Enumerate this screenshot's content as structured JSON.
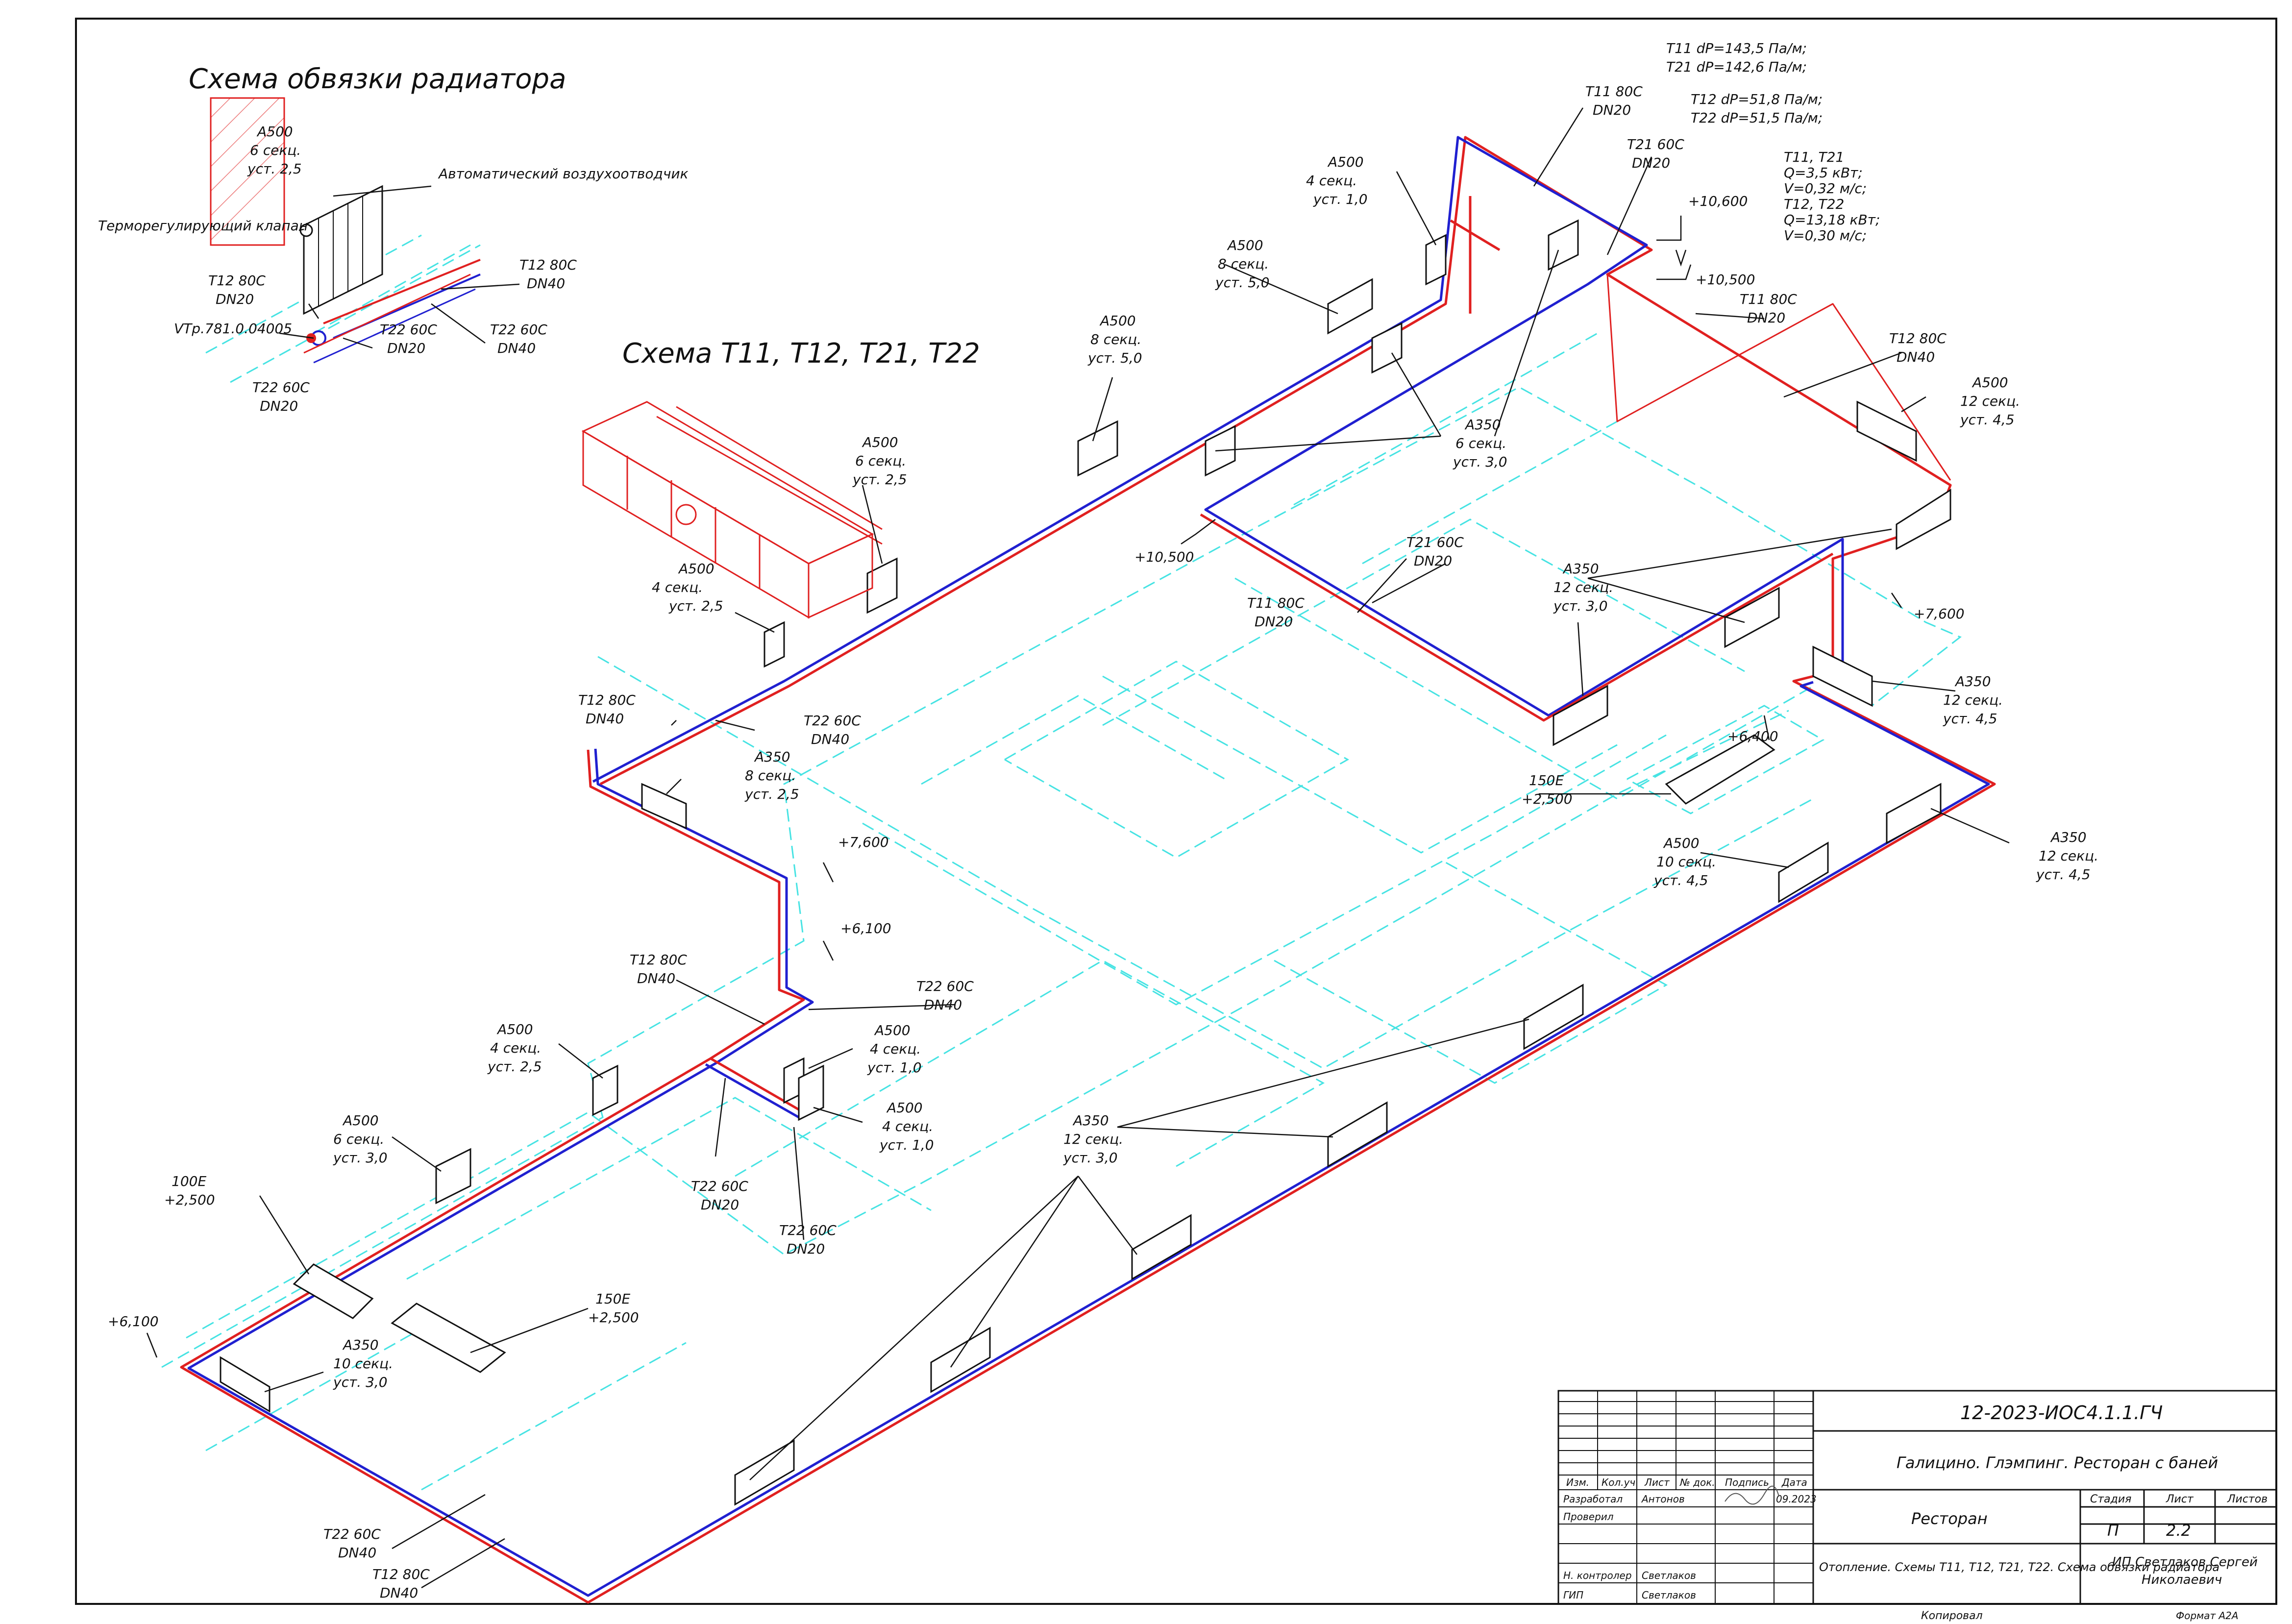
{
  "titles": {
    "radiator_scheme": "Схема обвязки радиатора",
    "main_scheme": "Схема Т11, Т12, Т21, Т22"
  },
  "notes": {
    "dp": [
      "Т11 dP=143,5 Па/м;",
      "Т21 dP=142,6 Па/м;",
      "Т12 dP=51,8 Па/м;",
      "Т22 dP=51,5 Па/м;"
    ],
    "flow": [
      "Т11, Т21",
      "Q=3,5 кВт;",
      "V=0,32 м/с;",
      "Т12, Т22",
      "Q=13,18 кВт;",
      "V=0,30 м/с;"
    ]
  },
  "detail": {
    "air_vent": "Автоматический воздухоотводчик",
    "thermo_valve": "Терморегулирующий клапан",
    "vtr": "VTp.781.0.04005",
    "radiator": [
      "А500",
      "6 секц.",
      "уст. 2,5"
    ],
    "pipe_a": [
      "Т12 80С",
      "DN20"
    ],
    "pipe_b": [
      "Т12 80С",
      "DN40"
    ],
    "pipe_c": [
      "Т22 60С",
      "DN20"
    ],
    "pipe_d": [
      "Т22 60С",
      "DN40"
    ],
    "pipe_e": [
      "Т22 60С",
      "DN20"
    ]
  },
  "radiators": [
    {
      "l1": "А500",
      "l2": "4 секц.",
      "l3": "уст. 1,0"
    },
    {
      "l1": "А500",
      "l2": "8 секц.",
      "l3": "уст. 5,0"
    },
    {
      "l1": "А500",
      "l2": "8 секц.",
      "l3": "уст. 5,0"
    },
    {
      "l1": "А500",
      "l2": "6 секц.",
      "l3": "уст. 2,5"
    },
    {
      "l1": "А500",
      "l2": "4 секц.",
      "l3": "уст. 2,5"
    },
    {
      "l1": "А350",
      "l2": "6 секц.",
      "l3": "уст. 3,0"
    },
    {
      "l1": "А500",
      "l2": "12 секц.",
      "l3": "уст. 4,5"
    },
    {
      "l1": "А350",
      "l2": "12 секц.",
      "l3": "уст. 3,0"
    },
    {
      "l1": "А350",
      "l2": "12 секц.",
      "l3": "уст. 4,5"
    },
    {
      "l1": "А350",
      "l2": "8 секц.",
      "l3": "уст. 2,5"
    },
    {
      "l1": "А500",
      "l2": "10 секц.",
      "l3": "уст. 4,5"
    },
    {
      "l1": "А350",
      "l2": "12 секц.",
      "l3": "уст. 4,5"
    },
    {
      "l1": "А500",
      "l2": "4 секц.",
      "l3": "уст. 2,5"
    },
    {
      "l1": "А500",
      "l2": "6 секц.",
      "l3": "уст. 3,0"
    },
    {
      "l1": "А500",
      "l2": "4 секц.",
      "l3": "уст. 1,0"
    },
    {
      "l1": "А500",
      "l2": "4 секц.",
      "l3": "уст. 1,0"
    },
    {
      "l1": "А350",
      "l2": "12 секц.",
      "l3": "уст. 3,0"
    },
    {
      "l1": "А350",
      "l2": "10 секц.",
      "l3": "уст. 3,0"
    }
  ],
  "pipes": [
    {
      "l1": "Т11 80С",
      "l2": "DN20"
    },
    {
      "l1": "Т21 60С",
      "l2": "DN20"
    },
    {
      "l1": "Т11 80С",
      "l2": "DN20"
    },
    {
      "l1": "Т12 80С",
      "l2": "DN40"
    },
    {
      "l1": "Т21 60С",
      "l2": "DN20"
    },
    {
      "l1": "Т11 80С",
      "l2": "DN20"
    },
    {
      "l1": "Т12 80С",
      "l2": "DN40"
    },
    {
      "l1": "Т22 60С",
      "l2": "DN40"
    },
    {
      "l1": "Т12 80С",
      "l2": "DN40"
    },
    {
      "l1": "Т22 60С",
      "l2": "DN40"
    },
    {
      "l1": "Т22 60С",
      "l2": "DN20"
    },
    {
      "l1": "Т22 60С",
      "l2": "DN20"
    },
    {
      "l1": "Т22 60С",
      "l2": "DN40"
    },
    {
      "l1": "Т12 80С",
      "l2": "DN40"
    }
  ],
  "fancoils": [
    {
      "l1": "150Е",
      "l2": "+2,500"
    },
    {
      "l1": "100Е",
      "l2": "+2,500"
    },
    {
      "l1": "150Е",
      "l2": "+2,500"
    }
  ],
  "levels": [
    "+10,600",
    "+10,500",
    "+10,500",
    "+7,600",
    "+6,400",
    "+7,600",
    "+6,100",
    "+6,100"
  ],
  "stamp": {
    "code": "12-2023-ИОС4.1.1.ГЧ",
    "project": "Галицино. Глэмпинг.  Ресторан с баней",
    "object": "Ресторан",
    "sheet_title": "Отопление. Схемы Т11, Т12, Т21, Т22. Схема обвязки радиатора",
    "company_l1": "ИП Светлаков Сергей",
    "company_l2": "Николаевич",
    "col_izm": "Изм.",
    "col_kol": "Кол.уч",
    "col_list": "Лист",
    "col_doc": "№ док.",
    "col_sign": "Подпись",
    "col_date": "Дата",
    "role_dev": "Разработал",
    "role_chk": "Проверил",
    "role_nk": "Н. контролер",
    "role_gip": "ГИП",
    "name_dev": "Антонов",
    "name_nk": "Светлаков",
    "name_gip": "Светлаков",
    "date_dev": "09.2023",
    "h_stage": "Стадия",
    "h_sheet": "Лист",
    "h_sheets": "Листов",
    "stage": "П",
    "sheet": "2.2",
    "copied": "Копировал",
    "format": "Формат А2А"
  },
  "colors": {
    "supply": "#e02020",
    "return": "#2020d0",
    "building": "#33e0e0",
    "line": "#111111"
  }
}
